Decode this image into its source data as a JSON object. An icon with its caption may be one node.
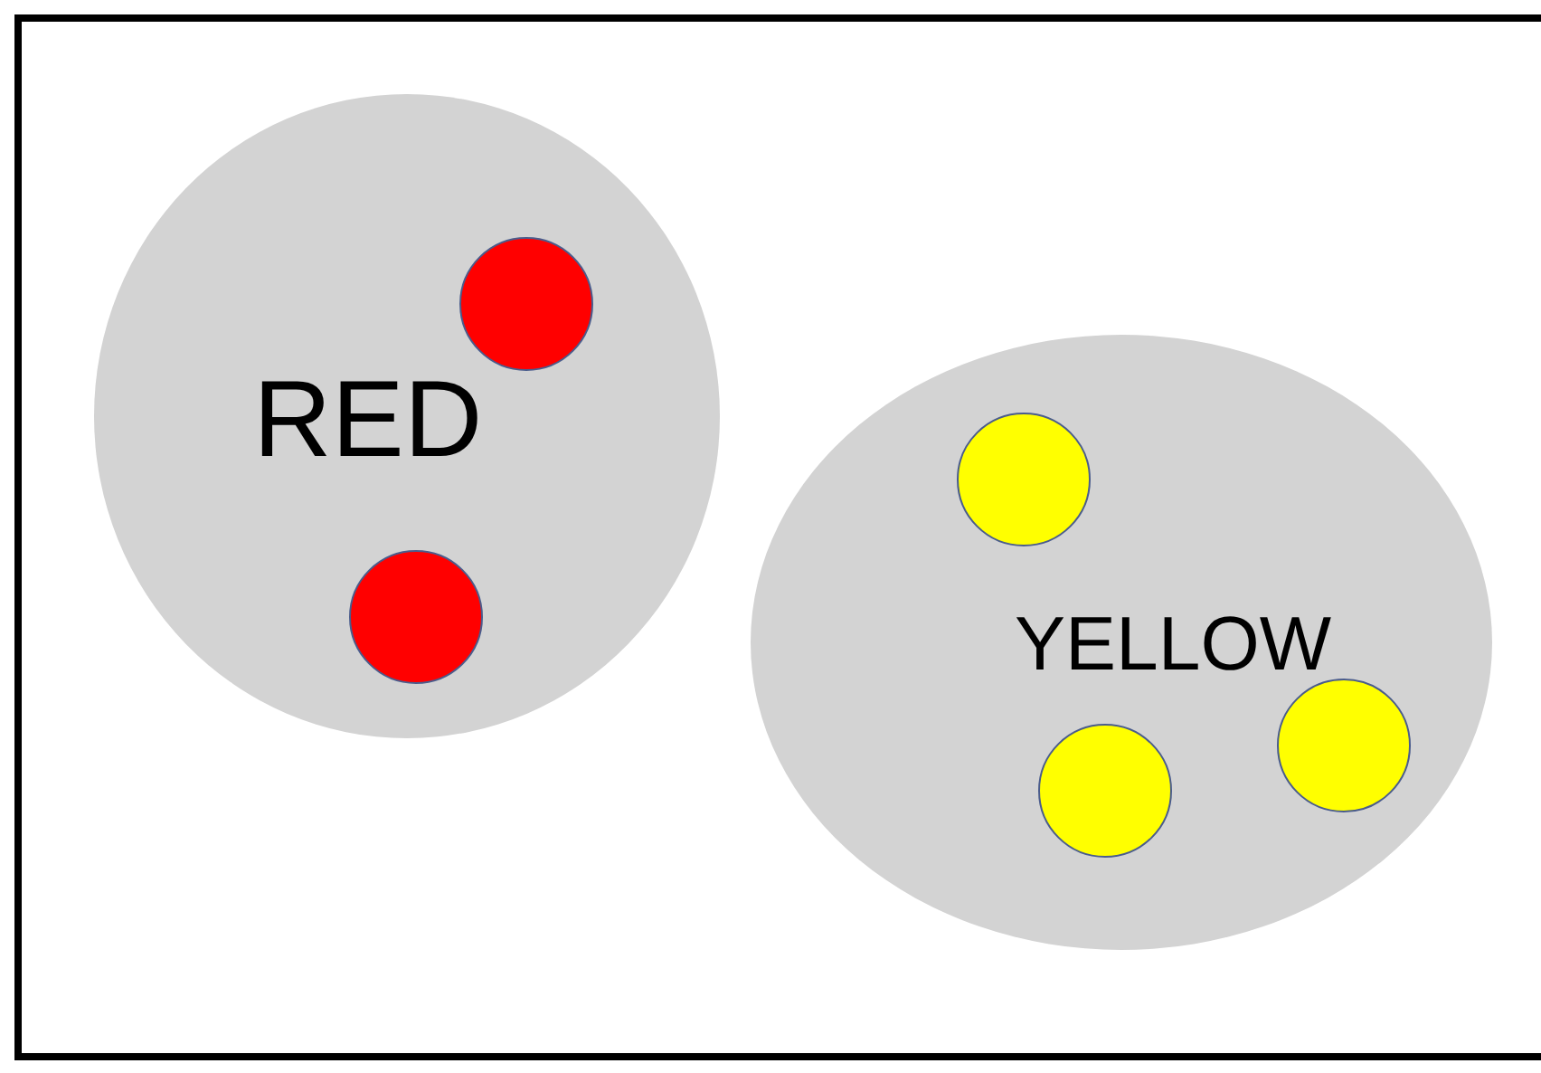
{
  "diagram": {
    "nodes": [
      {
        "text": [
          "RED"
        ]
      },
      {
        "text": [],
        "shape": "circle",
        "in": 0
      },
      {
        "text": [],
        "shape": "circle",
        "in": 0
      },
      {
        "text": [
          "YELLOW"
        ]
      },
      {
        "text": [],
        "shape": "circle",
        "in": 3
      },
      {
        "text": [],
        "shape": "circle",
        "in": 3
      },
      {
        "text": [],
        "shape": "circle",
        "in": 3
      }
    ]
  }
}
